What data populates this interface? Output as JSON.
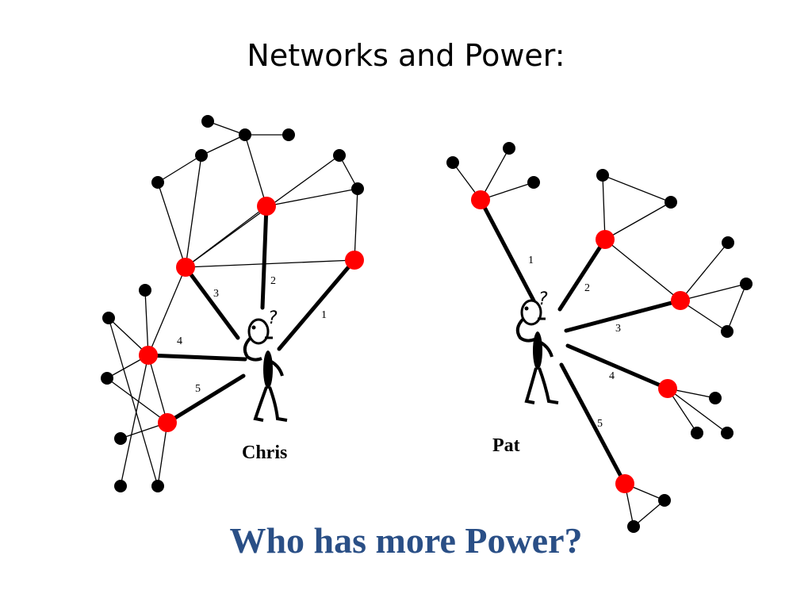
{
  "title": "Networks and Power:",
  "question": "Who has more Power?",
  "colors": {
    "contact": "#ff0000",
    "node": "#000000",
    "question": "#2a4f86"
  },
  "networks": [
    {
      "person": "Chris",
      "think_mark": "?",
      "ties": [
        {
          "label": "1"
        },
        {
          "label": "2"
        },
        {
          "label": "3"
        },
        {
          "label": "4"
        },
        {
          "label": "5"
        }
      ]
    },
    {
      "person": "Pat",
      "think_mark": "?",
      "ties": [
        {
          "label": "1"
        },
        {
          "label": "2"
        },
        {
          "label": "3"
        },
        {
          "label": "4"
        },
        {
          "label": "5"
        }
      ]
    }
  ]
}
